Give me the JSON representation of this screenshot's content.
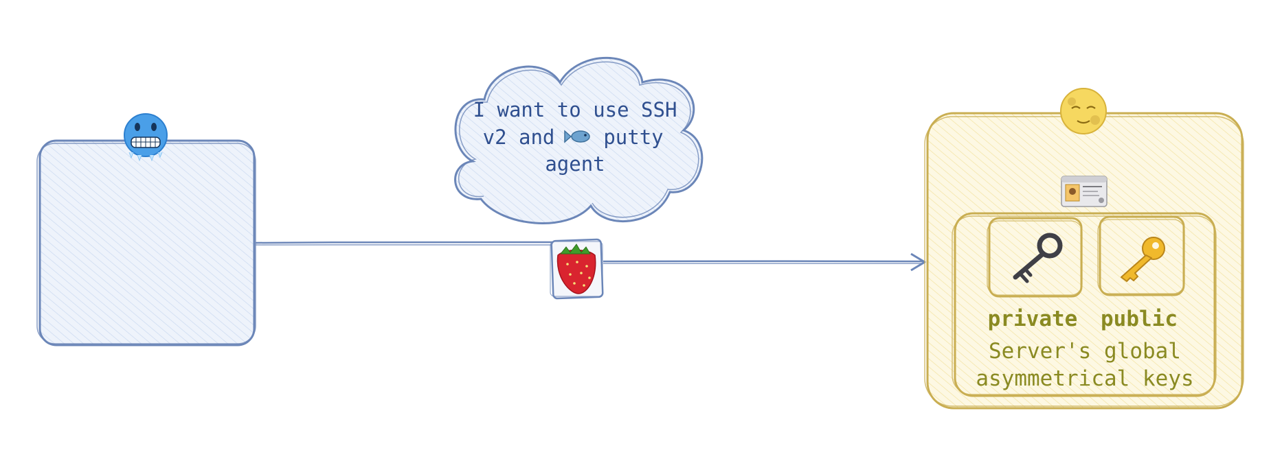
{
  "cloud": {
    "line1": "I want to use SSH",
    "line2_before": "v2 and",
    "line2_after": "putty",
    "line3": "agent"
  },
  "server": {
    "private_label": "private",
    "public_label": "public",
    "caption_line1": "Server's global",
    "caption_line2": "asymmetrical keys"
  },
  "icons": {
    "client": "cold-face-emoji",
    "server": "full-moon-face-emoji",
    "fish": "fish-emoji",
    "packet": "strawberry-emoji",
    "id_card": "id-card-icon",
    "private_key": "old-key-emoji",
    "public_key": "key-emoji"
  },
  "colors": {
    "client_stroke": "#6b86b8",
    "client_fill": "#dbe6f7",
    "server_stroke": "#c9ae52",
    "server_fill": "#fbf1c8",
    "text_blue": "#2f4f8f",
    "text_olive": "#8a8a22"
  }
}
